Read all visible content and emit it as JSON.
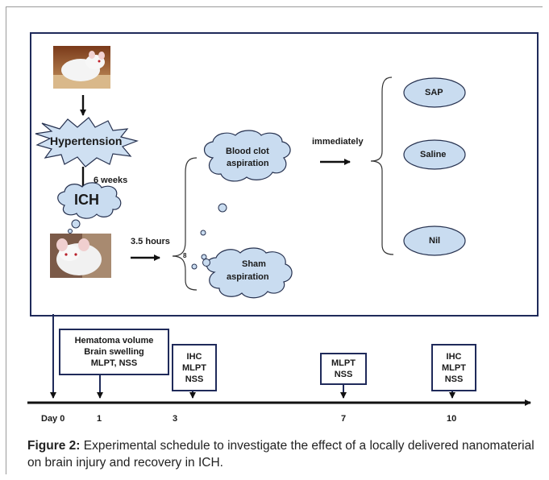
{
  "top": {
    "hypertension": "Hypertension",
    "six_weeks": "6 weeks",
    "ich": "ICH",
    "three_half_hours": "3.5 hours",
    "eight": "8",
    "blood_clot_line1": "Blood clot",
    "blood_clot_line2": "aspiration",
    "immediately": "immediately",
    "sham_line1": "Sham",
    "sham_line2": "aspiration",
    "sap": "SAP",
    "saline": "Saline",
    "nil": "Nil"
  },
  "timeline": {
    "days": [
      "Day 0",
      "1",
      "3",
      "7",
      "10"
    ],
    "box1": [
      "Hematoma volume",
      "Brain swelling",
      "MLPT, NSS"
    ],
    "box3": [
      "IHC",
      "MLPT",
      "NSS"
    ],
    "box7": [
      "MLPT",
      "NSS"
    ],
    "box10": [
      "IHC",
      "MLPT",
      "NSS"
    ]
  },
  "caption": {
    "label": "Figure 2:",
    "text": " Experimental schedule to investigate the effect of a locally delivered nanomaterial on brain injury and recovery in ICH."
  },
  "colors": {
    "border_blue": "#1f2a5a",
    "oval_fill": "#c9dcf0",
    "arrow": "#111111"
  }
}
